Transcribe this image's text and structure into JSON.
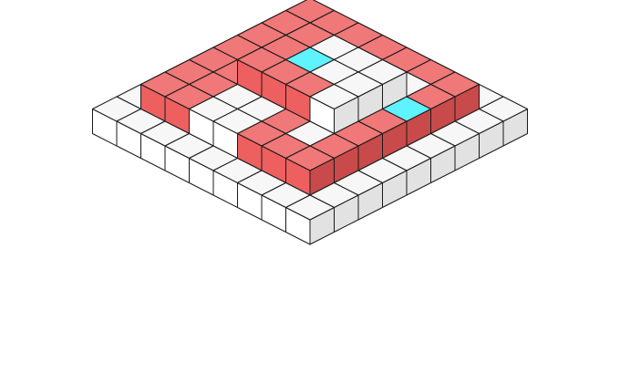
{
  "puzzle": {
    "heights": [
      [
        1,
        1,
        1,
        1,
        1,
        1,
        1,
        1,
        1
      ],
      [
        1,
        2,
        2,
        2,
        2,
        2,
        2,
        2,
        1
      ],
      [
        1,
        2,
        2,
        2,
        2,
        2,
        2,
        2,
        1
      ],
      [
        1,
        2,
        2,
        3,
        3,
        3,
        3,
        2,
        1
      ],
      [
        1,
        2,
        2,
        3,
        3,
        3,
        3,
        2,
        1
      ],
      [
        1,
        2,
        2,
        3,
        3,
        3,
        3,
        2,
        1
      ],
      [
        1,
        2,
        2,
        2,
        2,
        2,
        2,
        2,
        1
      ],
      [
        1,
        2,
        2,
        2,
        2,
        2,
        2,
        2,
        1
      ],
      [
        1,
        1,
        1,
        1,
        1,
        1,
        1,
        1,
        1
      ]
    ],
    "path_cells": [
      [
        1,
        5
      ],
      [
        1,
        6
      ],
      [
        1,
        7
      ],
      [
        2,
        5
      ],
      [
        2,
        6
      ],
      [
        2,
        7
      ],
      [
        3,
        5
      ],
      [
        4,
        5
      ],
      [
        5,
        5
      ],
      [
        5,
        6
      ],
      [
        5,
        7
      ],
      [
        6,
        7
      ],
      [
        7,
        7
      ],
      [
        7,
        6
      ],
      [
        7,
        5
      ],
      [
        7,
        4
      ],
      [
        7,
        3
      ],
      [
        7,
        2
      ],
      [
        7,
        1
      ],
      [
        6,
        1
      ],
      [
        5,
        1
      ],
      [
        4,
        1
      ],
      [
        3,
        1
      ],
      [
        2,
        1
      ],
      [
        1,
        1
      ],
      [
        1,
        2
      ],
      [
        1,
        3
      ],
      [
        1,
        4
      ],
      [
        3,
        3
      ],
      [
        3,
        4
      ],
      [
        4,
        4
      ]
    ],
    "endpoint_cells": [
      [
        4,
        4
      ],
      [
        7,
        3
      ]
    ]
  },
  "colors": {
    "background": "#ffffff",
    "cube_top": "#f7f7f7",
    "cube_left": "#ffffff",
    "cube_right": "#e2e2e2",
    "path_top": "#f07878",
    "path_left": "#ee5f5f",
    "path_right": "#c94a4a",
    "endpoint_top": "#5ff2ff",
    "outline": "#1a1a1a"
  }
}
